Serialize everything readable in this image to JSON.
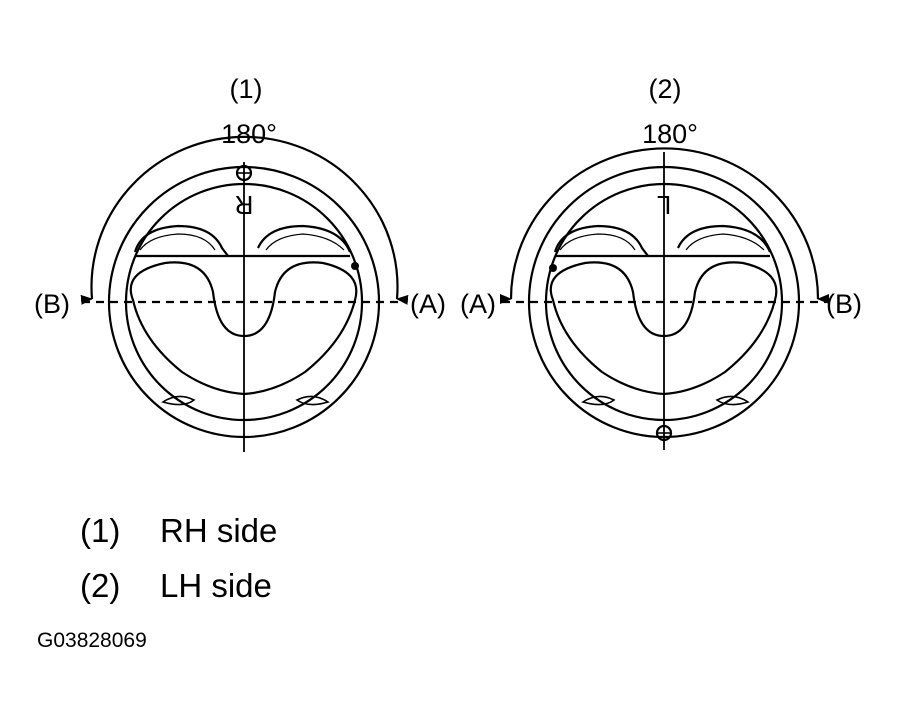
{
  "diagrams": [
    {
      "number": "(1)",
      "angle": "180°",
      "left_label": "(B)",
      "right_label": "(A)",
      "stamp": "R"
    },
    {
      "number": "(2)",
      "angle": "180°",
      "left_label": "(A)",
      "right_label": "(B)",
      "stamp": "L"
    }
  ],
  "legend": [
    {
      "number": "(1)",
      "text": "RH side"
    },
    {
      "number": "(2)",
      "text": "LH side"
    }
  ],
  "figure_code": "G03828069"
}
